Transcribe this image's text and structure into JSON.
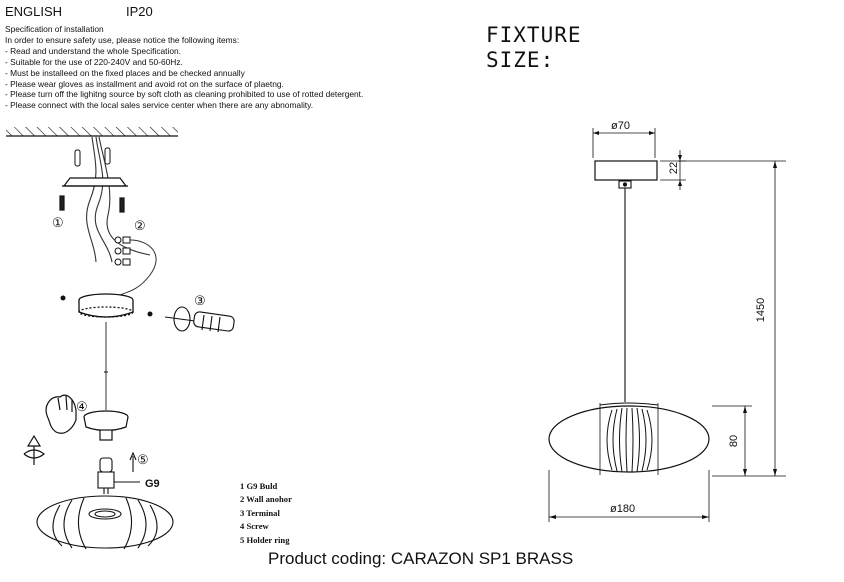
{
  "header": {
    "language": "ENGLISH",
    "ip_rating": "IP20"
  },
  "spec": {
    "title": "Specification of installation",
    "intro": "In order to ensure safety use, please notice the following items:",
    "lines": [
      "- Read and understand the whole Specification.",
      "- Suitable for the use of 220-240V and 50-60Hz.",
      "- Must be installeed on the fixed places and be checked annually",
      "- Please wear gloves as installment and avoid rot on the surface of plaetng.",
      "- Please turn off the lighitng source by soft cloth as cleaning prohibited to use of rotted detergent.",
      "- Please connect with the local sales service center when there are any abnomality."
    ]
  },
  "fixture": {
    "line1": "FIXTURE",
    "line2": "SIZE:"
  },
  "dimensions": {
    "canopy_diameter": "ø70",
    "canopy_height": "22",
    "total_height": "1450",
    "shade_height": "80",
    "shade_diameter": "ø180"
  },
  "steps": {
    "s1": "①",
    "s2": "②",
    "s3": "③",
    "s4": "④",
    "s5": "⑤"
  },
  "bulb_label": "G9",
  "legend": [
    "1 G9 Buld",
    "2 Wall anohor",
    "3 Terminal",
    "4 Screw",
    "5 Holder ring"
  ],
  "product_coding": "Product coding: CARAZON  SP1 BRASS"
}
